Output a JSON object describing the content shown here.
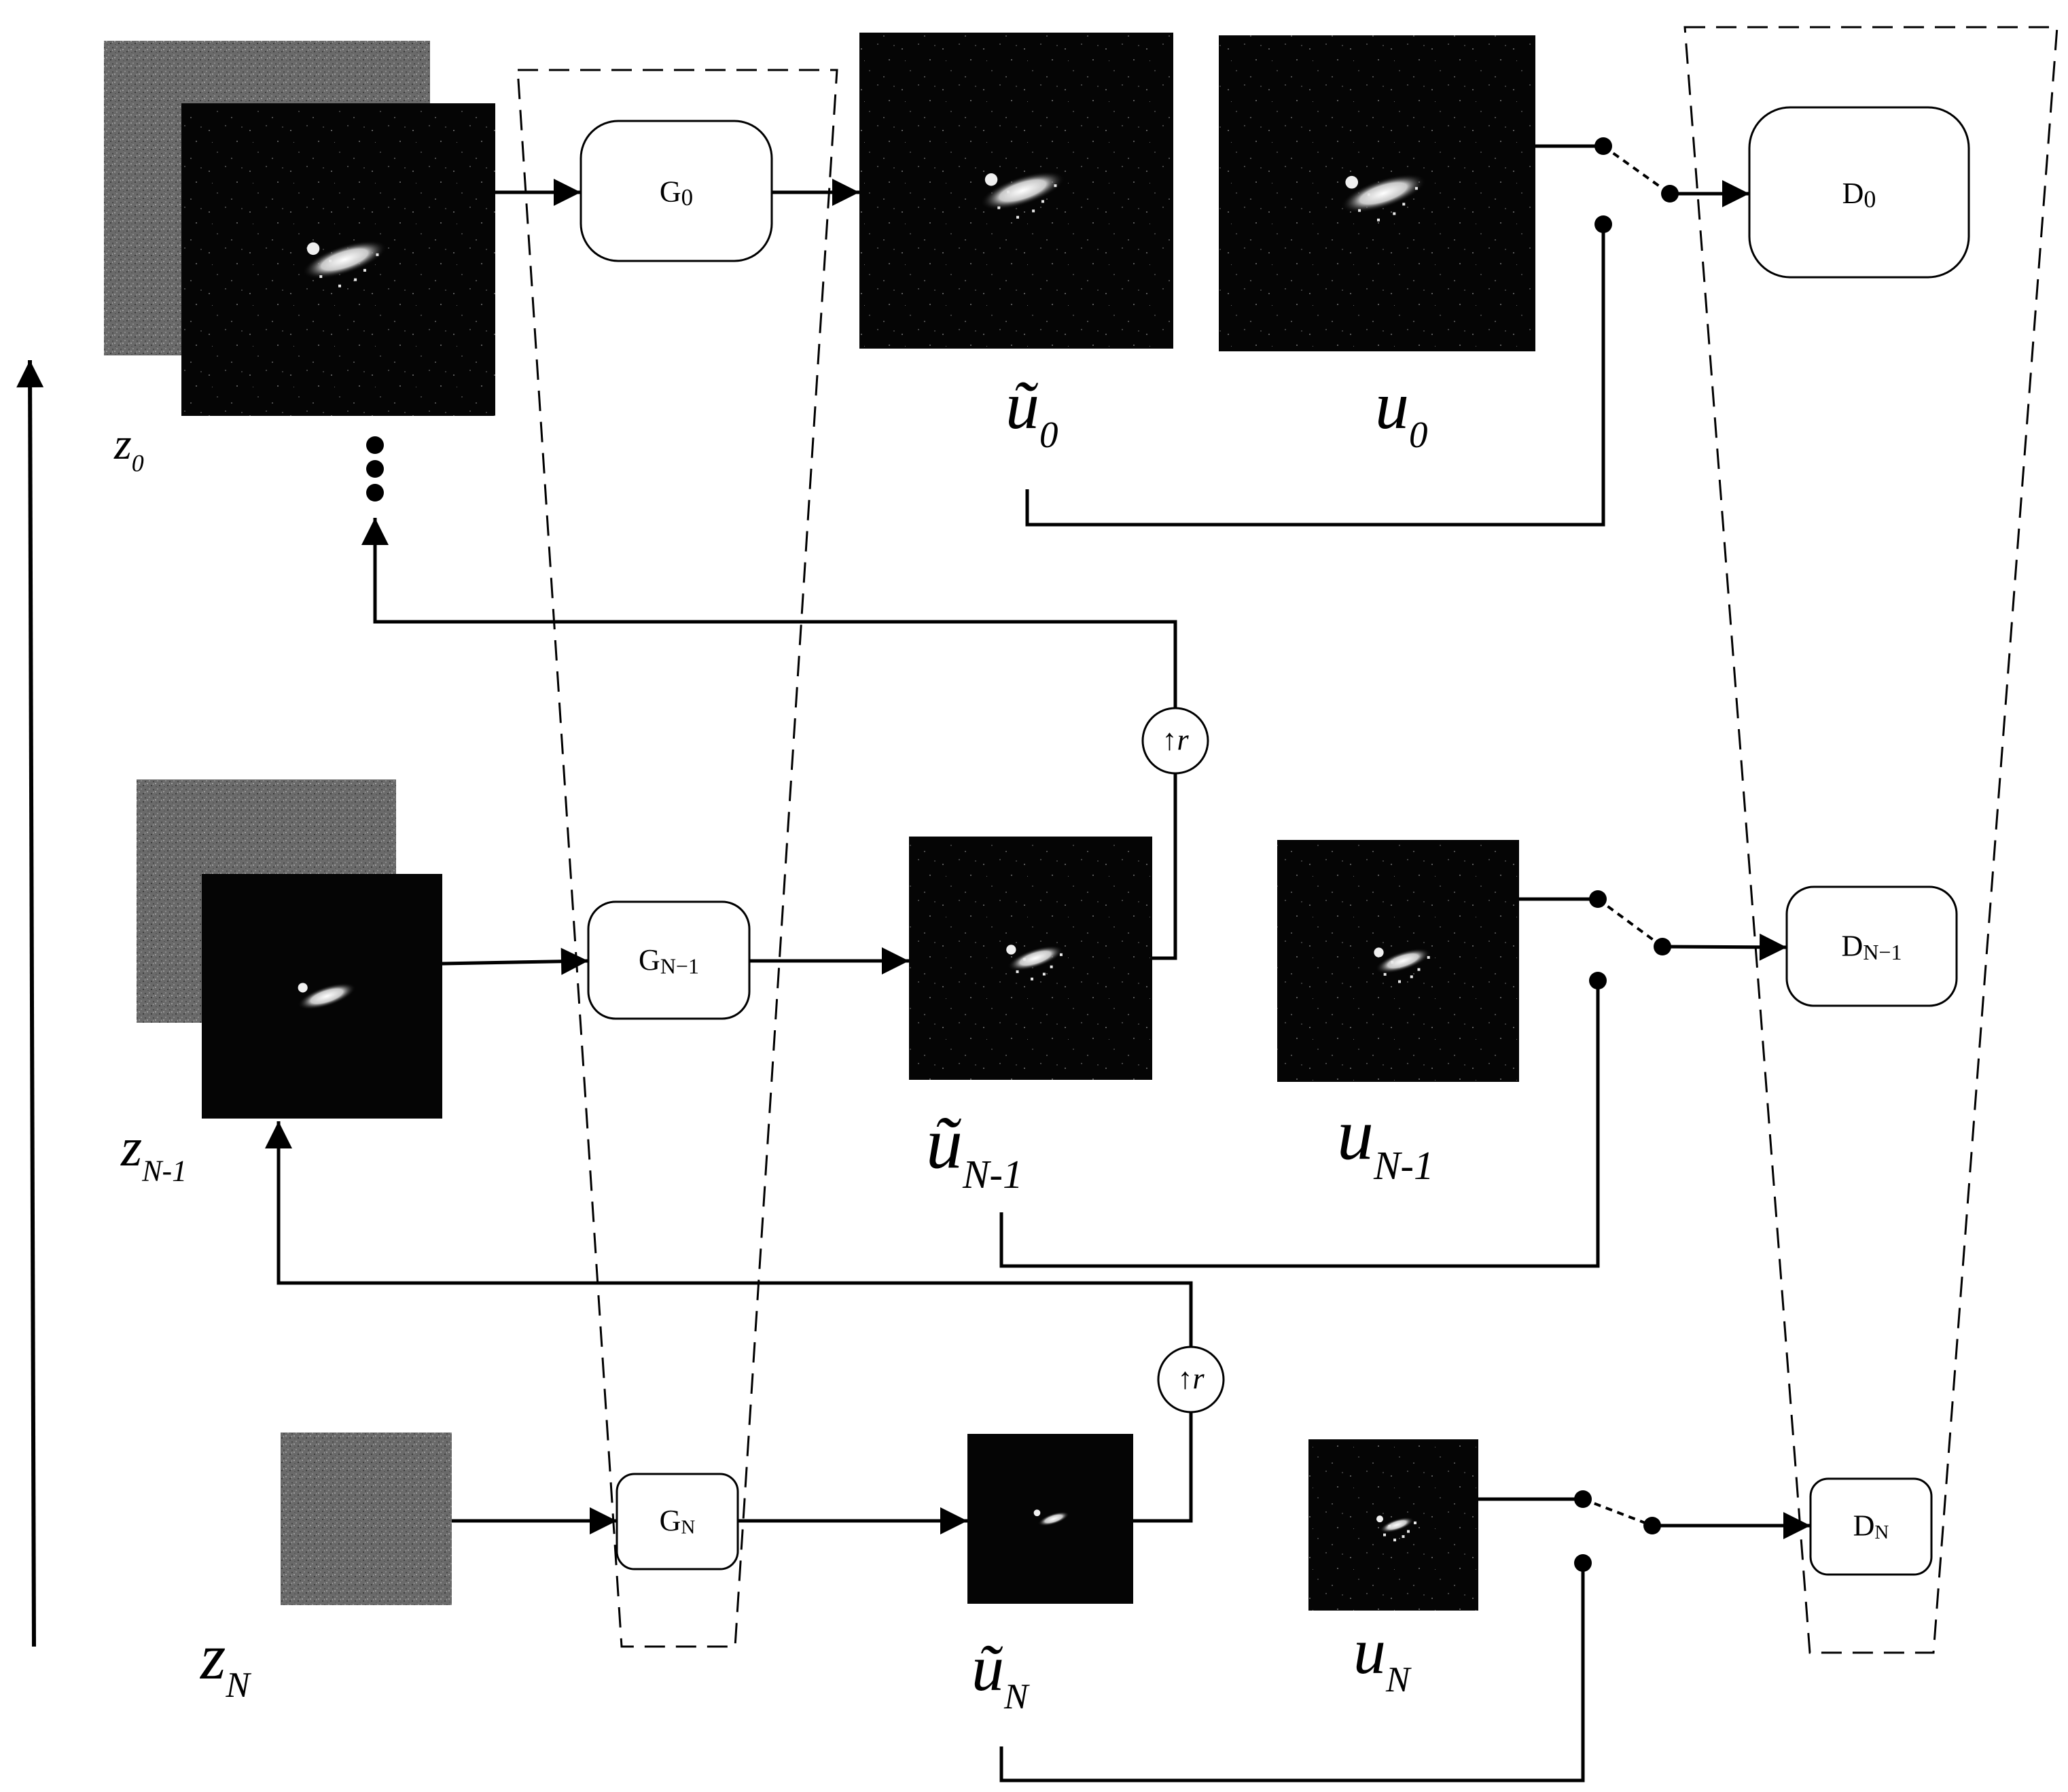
{
  "colors": {
    "background": "#ffffff",
    "stroke": "#000000",
    "noise": "#6a6a6a",
    "image_dark": "#050505",
    "speckle": "#e8e8e8"
  },
  "generators": [
    {
      "main": "G",
      "sub": "0"
    },
    {
      "main": "G",
      "sub": "N−1"
    },
    {
      "main": "G",
      "sub": "N"
    }
  ],
  "discriminators": [
    {
      "main": "D",
      "sub": "0"
    },
    {
      "main": "D",
      "sub": "N−1"
    },
    {
      "main": "D",
      "sub": "N"
    }
  ],
  "noise_labels": [
    {
      "main": "z",
      "sub": "0"
    },
    {
      "main": "z",
      "sub": "N-1"
    },
    {
      "main": "z",
      "sub": "N"
    }
  ],
  "generated_labels": [
    {
      "main": "ũ",
      "sub": "0"
    },
    {
      "main": "ũ",
      "sub": "N-1"
    },
    {
      "main": "ũ",
      "sub": "N"
    }
  ],
  "real_labels": [
    {
      "main": "u",
      "sub": "0"
    },
    {
      "main": "u",
      "sub": "N-1"
    },
    {
      "main": "u",
      "sub": "N"
    }
  ],
  "upsample_symbol": {
    "arrow": "↑",
    "factor": "r"
  },
  "ellipsis": "⋮"
}
